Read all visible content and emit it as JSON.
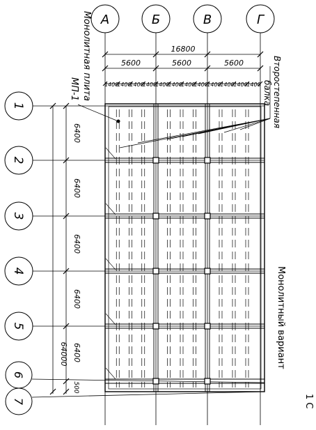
{
  "axes_top": [
    "А",
    "Б",
    "В",
    "Г"
  ],
  "axes_left": [
    "1",
    "2",
    "3",
    "4",
    "5",
    "6",
    "7"
  ],
  "dims": {
    "overall_top": "16800",
    "bays_top": [
      "5600",
      "5600",
      "5600"
    ],
    "sub_top": "1400",
    "spans_left": [
      "6400",
      "6400",
      "6400",
      "6400",
      "6400"
    ],
    "end_gap": "500",
    "overall_left": "64000"
  },
  "labels": {
    "slab_line1": "Монолитная плита",
    "slab_line2": "МП-1",
    "beam_line1": "Второстепенная",
    "beam_line2": "балка",
    "variant": "Монолитный вариант",
    "section_mark": "1 С"
  }
}
